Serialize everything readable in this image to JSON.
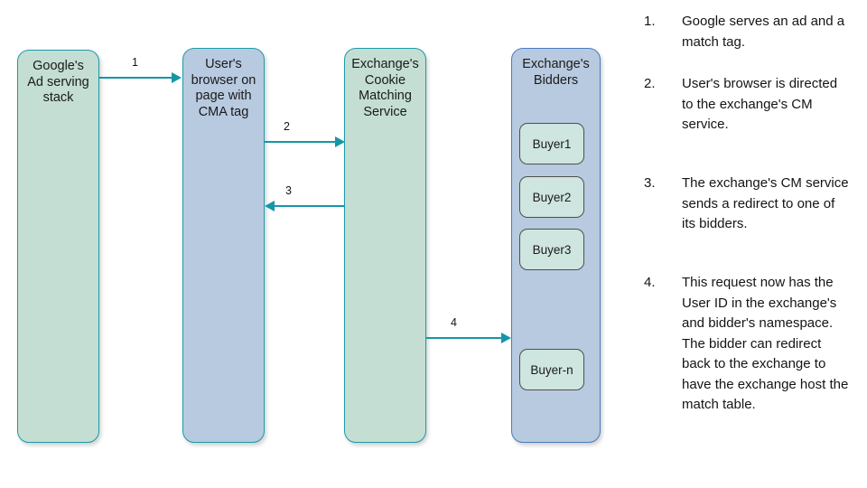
{
  "diagram": {
    "title": "Cookie matching flow between Google ad serving stack, user browser, exchange CM service and exchange bidders",
    "colors": {
      "green_fill": "#c4ded4",
      "green_stroke": "#1c9aa8",
      "blue_fill": "#b8cadf",
      "blue_stroke": "#4a7bbf",
      "arrow": "#1596a8",
      "buyer_fill": "#cfe5df",
      "buyer_stroke": "#4f4f4f",
      "text": "#141414",
      "background": "#ffffff"
    },
    "boxes": [
      {
        "id": "google-ad-serving-stack",
        "label": "Google's\nAd serving\nstack",
        "style": "green"
      },
      {
        "id": "user-browser",
        "label": "User's\nbrowser on\npage with\nCMA tag",
        "style": "blue-teal"
      },
      {
        "id": "exchange-cookie-matching-service",
        "label": "Exchange's\nCookie\nMatching\nService",
        "style": "green"
      },
      {
        "id": "exchange-bidders",
        "label": "Exchange's\nBidders",
        "style": "blue"
      }
    ],
    "buyers": [
      {
        "id": "buyer1",
        "label": "Buyer1"
      },
      {
        "id": "buyer2",
        "label": "Buyer2"
      },
      {
        "id": "buyer3",
        "label": "Buyer3"
      },
      {
        "id": "buyer-n",
        "label": "Buyer-n"
      }
    ],
    "arrows": [
      {
        "id": "arrow-1",
        "number": "1",
        "from": "google-ad-serving-stack",
        "to": "user-browser",
        "direction": "right"
      },
      {
        "id": "arrow-2",
        "number": "2",
        "from": "user-browser",
        "to": "exchange-cookie-matching-service",
        "direction": "right"
      },
      {
        "id": "arrow-3",
        "number": "3",
        "from": "exchange-cookie-matching-service",
        "to": "user-browser",
        "direction": "left"
      },
      {
        "id": "arrow-4",
        "number": "4",
        "from": "exchange-cookie-matching-service",
        "to": "exchange-bidders",
        "direction": "right"
      }
    ]
  },
  "legend": {
    "items": [
      {
        "number": "1.",
        "text": "Google serves an ad and a match tag."
      },
      {
        "number": "2.",
        "text": "User's browser is directed to the exchange's CM service."
      },
      {
        "number": "3.",
        "text": "The exchange's CM service sends a redirect to one of its bidders."
      },
      {
        "number": "4.",
        "text": "This request now has the User ID in the exchange's and bidder's namespace. The bidder can redirect back to the exchange to have the exchange host the match table."
      }
    ]
  }
}
